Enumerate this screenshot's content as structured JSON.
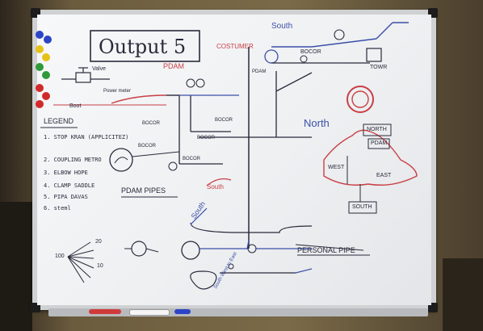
{
  "board": {
    "title": "Output 5",
    "legend_title": "LEGEND",
    "legend_items": [
      "1. STOP KRAN (APPLICITEZ)",
      "2. COUPLING METRO",
      "3. ELBOW HOPE",
      "4. CLAMP SADDLE",
      "5. PIPA DAVAS",
      "6. steml"
    ],
    "labels": {
      "south_top": "South",
      "bocor_top": "BOCOR",
      "pdam_top": "PDAM",
      "tank": "TOWR",
      "pdam_left": "PDAM",
      "costumer": "COSTUMER",
      "north": "North",
      "north_box": "NORTH",
      "pdam_box": "PDAM",
      "west": "WEST",
      "east": "EAST",
      "south_box": "SOUTH",
      "boot": "Boot",
      "valve": "Valve",
      "power_meter": "Power meter",
      "bocor_1": "BOCOR",
      "bocor_2": "BOCOR",
      "bocor_3": "BOCOR",
      "bocor_4": "BOCOR",
      "bocor_5": "BOCOR",
      "pdam_pipes": "PDAM PIPES",
      "south_mid": "South",
      "south_red": "South",
      "personal_pipe": "PERSONAL PIPE",
      "south_bottom": "South West to East",
      "scale_100": "100",
      "scale_20": "20",
      "scale_10": "10"
    }
  },
  "colors": {
    "red_ink": "#c93f45",
    "blue_ink": "#3c4fa8",
    "black_ink": "#2a2a3a"
  }
}
